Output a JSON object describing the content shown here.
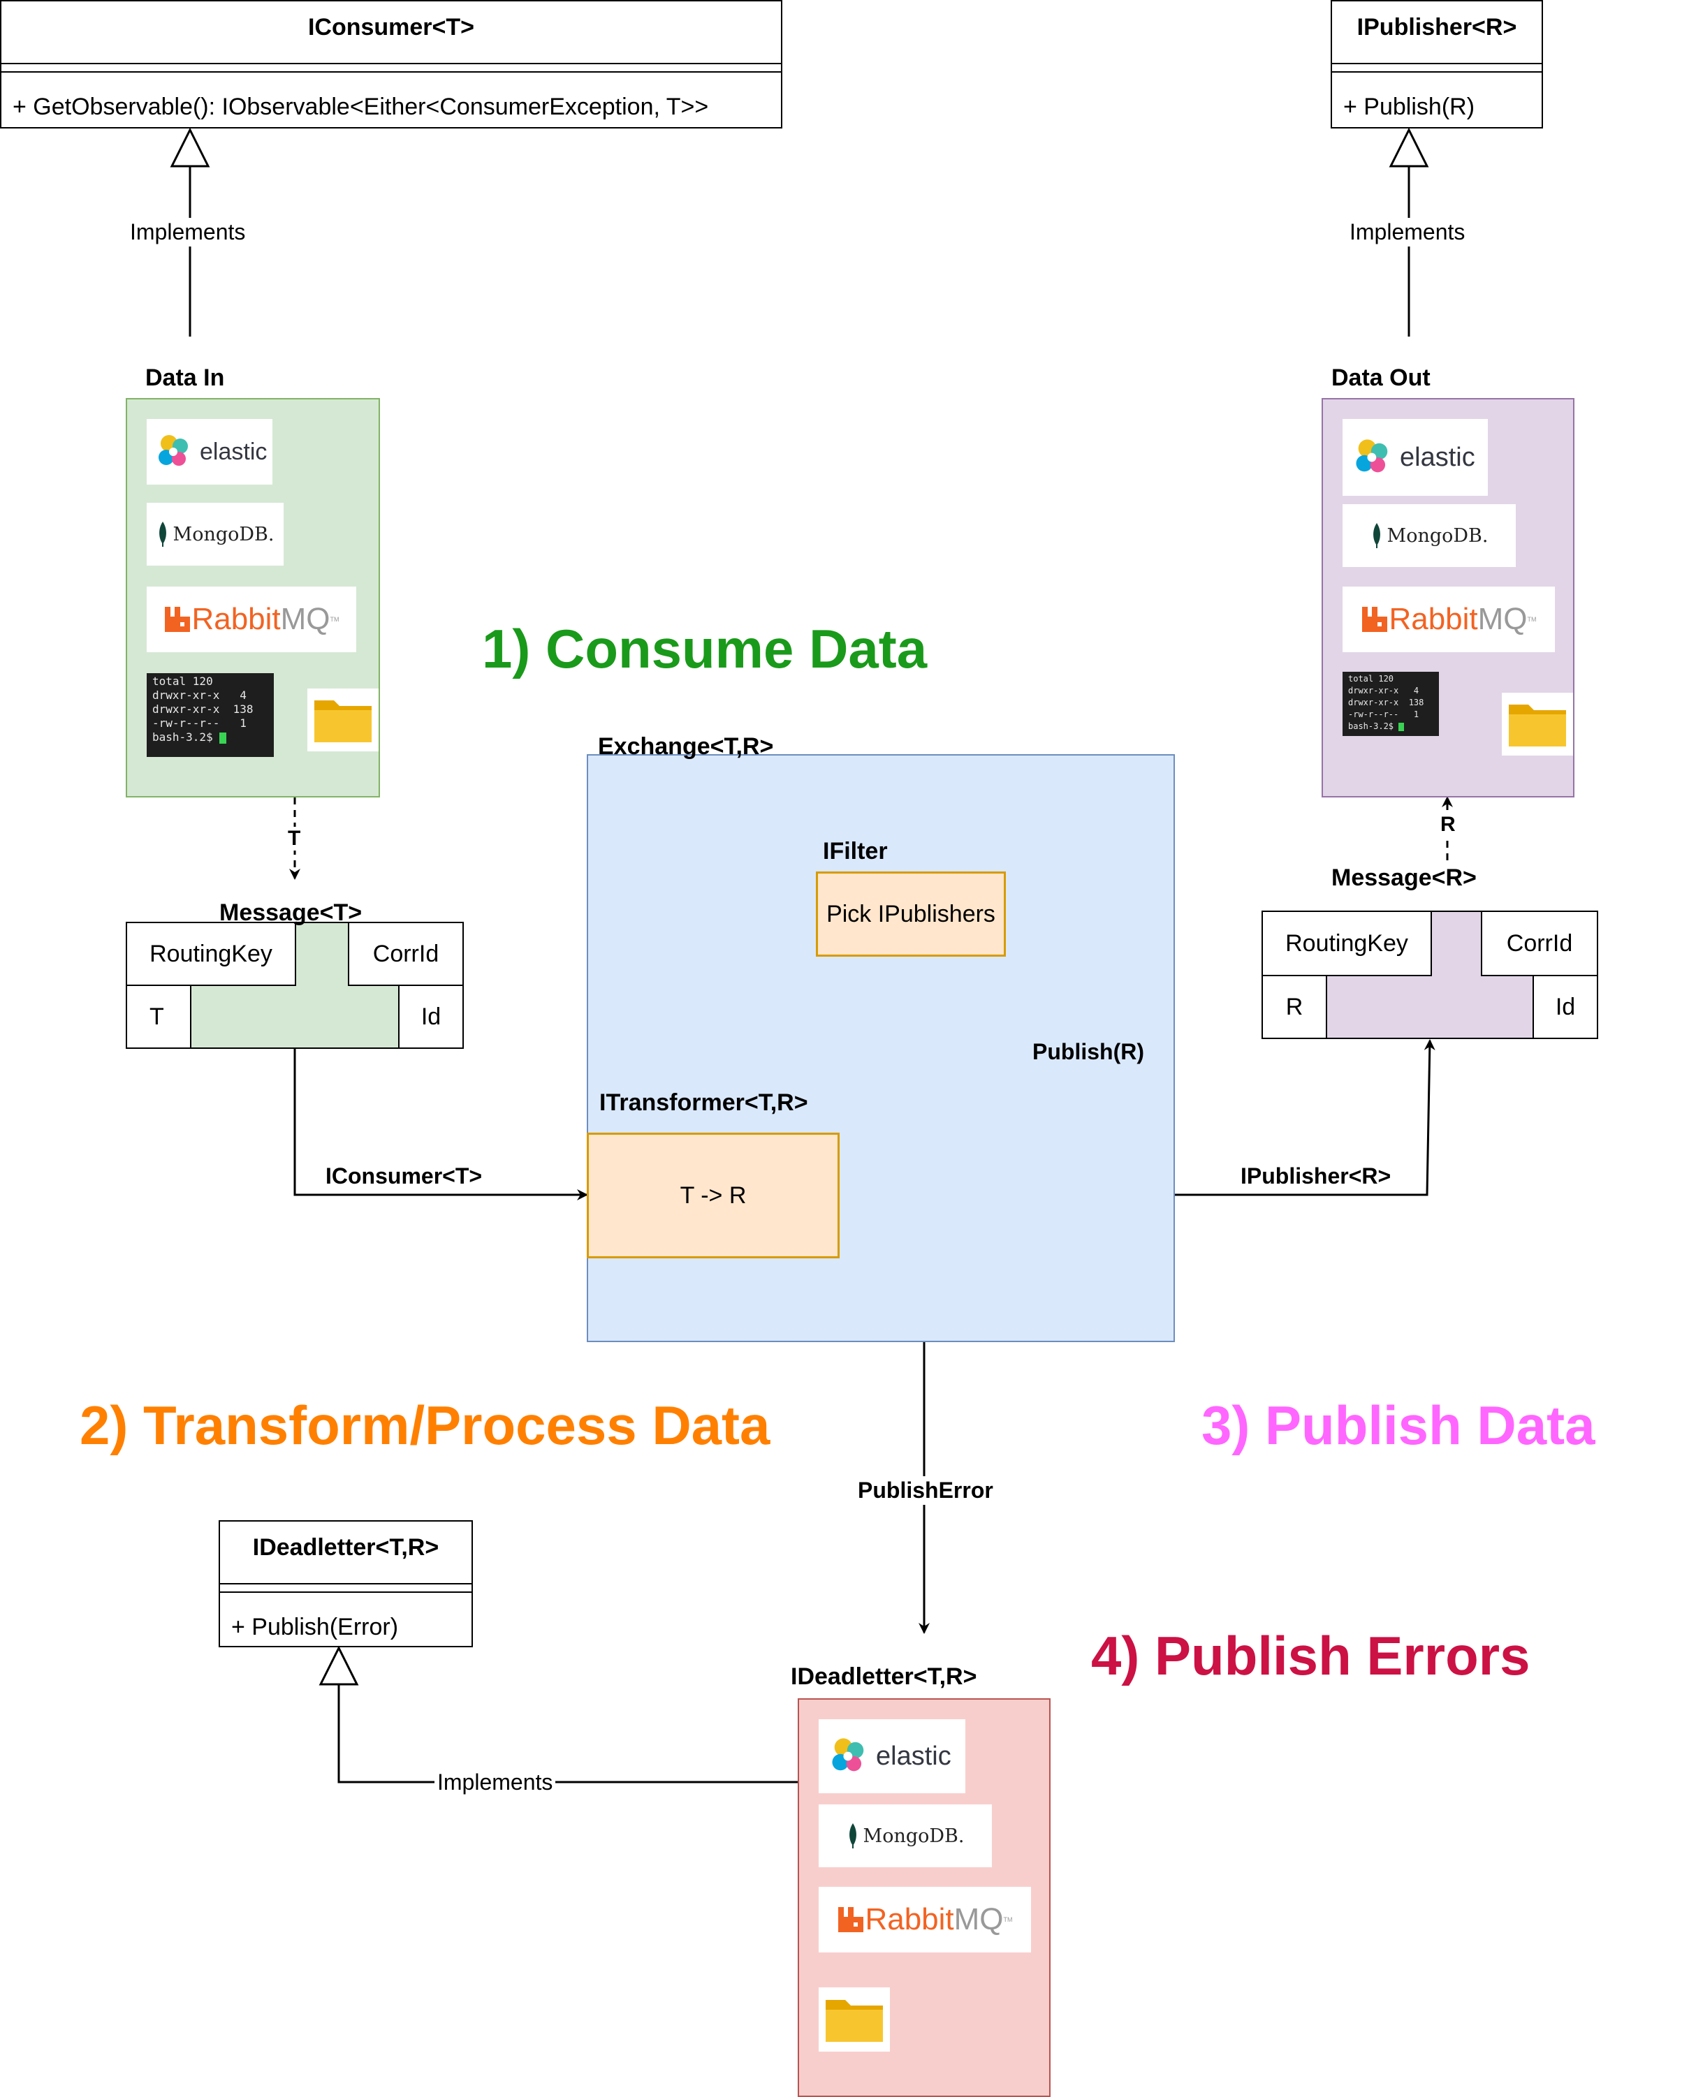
{
  "interfaces": {
    "consumer": {
      "title": "IConsumer<T>",
      "method": "+ GetObservable(): IObservable<Either<ConsumerException, T>>"
    },
    "publisher": {
      "title": "IPublisher<R>",
      "method": "+ Publish(R)"
    },
    "deadletter": {
      "title": "IDeadletter<T,R>",
      "method": "+ Publish(Error)"
    }
  },
  "relations": {
    "implements": "Implements"
  },
  "stores": {
    "data_in": {
      "title": "Data In",
      "color": "#d5e8d4",
      "border": "#82b366"
    },
    "data_out": {
      "title": "Data Out",
      "color": "#e1d5e7",
      "border": "#9673a6"
    },
    "deadletter": {
      "title": "IDeadletter<T,R>",
      "color": "#f8cecc",
      "border": "#b85450"
    }
  },
  "logos": {
    "elastic": "elastic",
    "mongodb": "MongoDB.",
    "rabbit": "Rabbit",
    "mq": "MQ",
    "tm": "TM"
  },
  "terminal": {
    "lines": [
      "total 120",
      "drwxr-xr-x   4",
      "drwxr-xr-x  138",
      "-rw-r--r--   1",
      "bash-3.2$ "
    ]
  },
  "messages": {
    "in": {
      "title": "Message<T>",
      "routing_key": "RoutingKey",
      "corr_id": "CorrId",
      "payload": "T",
      "id": "Id",
      "color": "#d5e8d4"
    },
    "out": {
      "title": "Message<R>",
      "routing_key": "RoutingKey",
      "corr_id": "CorrId",
      "payload": "R",
      "id": "Id",
      "color": "#e1d5e7"
    }
  },
  "exchange": {
    "title": "Exchange<T,R>",
    "color": "#dae8fc",
    "border": "#6c8ebf",
    "filter": {
      "title": "IFilter",
      "body": "Pick IPublishers"
    },
    "transformer": {
      "title": "ITransformer<T,R>",
      "body": "T -> R"
    }
  },
  "edges": {
    "t": "T",
    "r": "R",
    "iconsumer": "IConsumer<T>",
    "ipublisher": "IPublisher<R>",
    "publish_r": "Publish(R)",
    "publish_error": "PublishError"
  },
  "headings": {
    "consume": {
      "text": "1) Consume Data",
      "color": "#1a9a1a"
    },
    "transform": {
      "text": "2) Transform/Process Data",
      "color": "#ff8000"
    },
    "publish": {
      "text": "3) Publish Data",
      "color": "#ff66ff"
    },
    "errors": {
      "text": "4) Publish Errors",
      "color": "#cc1144"
    }
  }
}
